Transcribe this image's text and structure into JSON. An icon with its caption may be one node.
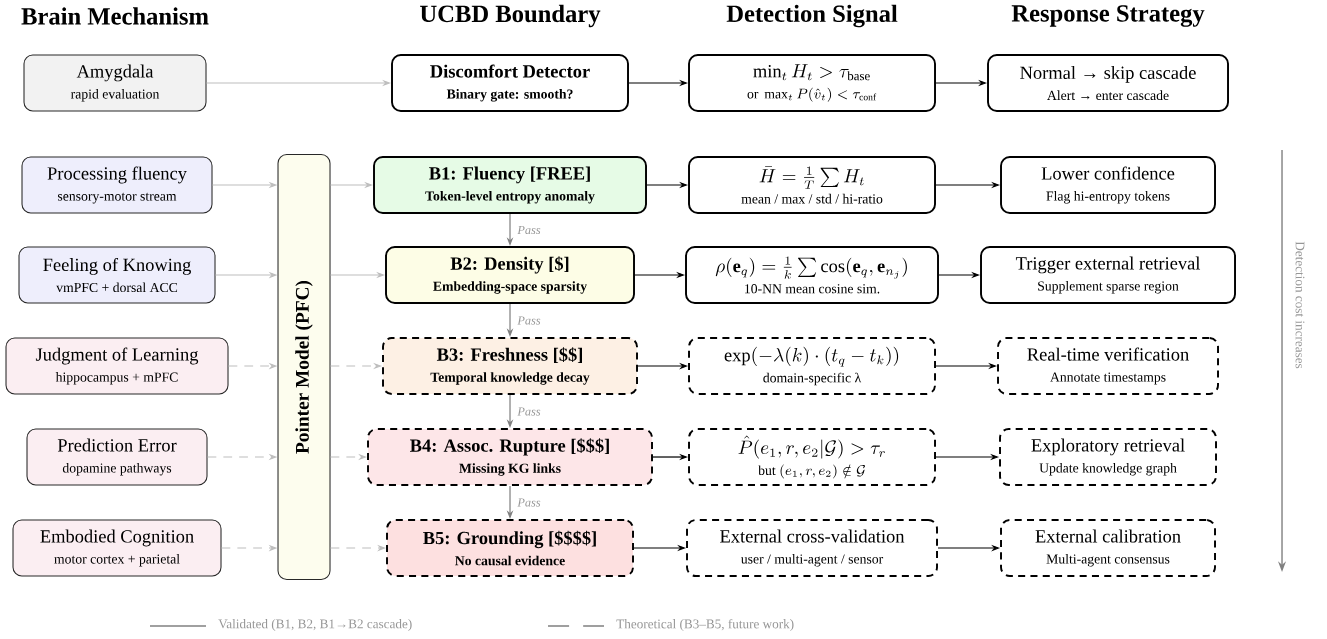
{
  "diagram": {
    "nodes": [
      {
        "text": [
          "Amygdala",
          "rapid evaluation"
        ]
      },
      {
        "text": [
          "Discomfort Detector",
          "Binary gate: smooth?"
        ]
      },
      {
        "text": [
          "\\min_t H_t > \\tau_{\\mathrm{base}}",
          "\\text{or } \\max_t P(\\hat{v}_t) < \\tau_{\\mathrm{conf}}"
        ]
      },
      {
        "text": [
          "Normal → skip cascade",
          "Alert → enter cascade"
        ]
      },
      {
        "text": [
          "Pointer Model (PFC)"
        ]
      },
      {
        "text": [
          "Processing fluency",
          "sensory-motor stream"
        ]
      },
      {
        "text": [
          "B1: Fluency [FREE]",
          "Token-level entropy anomaly"
        ]
      },
      {
        "text": [
          "\\bar{H} = \\frac{1}{T}\\sum H_t",
          "mean / max / std / hi-ratio"
        ]
      },
      {
        "text": [
          "Lower confidence",
          "Flag hi-entropy tokens"
        ]
      },
      {
        "text": [
          "Feeling of Knowing",
          "vmPFC + dorsal ACC"
        ]
      },
      {
        "text": [
          "B2: Density [$]",
          "Embedding-space sparsity"
        ]
      },
      {
        "text": [
          "\\rho(\\mathbf{e}_q) = \\frac{1}{k}\\sum \\cos(\\mathbf{e}_q, \\mathbf{e}_{n_j})",
          "10-NN mean cosine sim."
        ]
      },
      {
        "text": [
          "Trigger external retrieval",
          "Supplement sparse region"
        ]
      },
      {
        "text": [
          "Judgment of Learning",
          "hippocampus + mPFC"
        ]
      },
      {
        "text": [
          "B3: Freshness [$$]",
          "Temporal knowledge decay"
        ]
      },
      {
        "text": [
          "\\exp(-\\lambda(k) \\cdot (t_q - t_k))",
          "domain-specific λ"
        ]
      },
      {
        "text": [
          "Real-time verification",
          "Annotate timestamps"
        ]
      },
      {
        "text": [
          "Prediction Error",
          "dopamine pathways"
        ]
      },
      {
        "text": [
          "B4: Assoc. Rupture [$$$]",
          "Missing KG links"
        ]
      },
      {
        "text": [
          "\\hat{P}(e_1, r, e_2 | \\mathcal{G}) > \\tau_r",
          "\\text{but } (e_1, r, e_2) \\notin \\mathcal{G}"
        ]
      },
      {
        "text": [
          "Exploratory retrieval",
          "Update knowledge graph"
        ]
      },
      {
        "text": [
          "Embodied Cognition",
          "motor cortex + parietal"
        ]
      },
      {
        "text": [
          "B5: Grounding [$$$$]",
          "No causal evidence"
        ]
      },
      {
        "text": [
          "External cross-validation",
          "user / multi-agent / sensor"
        ]
      },
      {
        "text": [
          "External calibration",
          "Multi-agent consensus"
        ]
      }
    ],
    "edges": [
      {
        "from": 0,
        "to": 1,
        "arrow": "to",
        "color": "#bebebe"
      },
      {
        "from": 1,
        "to": 2,
        "arrow": "to",
        "color": "#000000"
      },
      {
        "from": 2,
        "to": 3,
        "arrow": "to",
        "color": "#000000"
      },
      {
        "from": 5,
        "to": 4,
        "arrow": "to",
        "color": "#bebebe"
      },
      {
        "from": 9,
        "to": 4,
        "arrow": "to",
        "color": "#bebebe"
      },
      {
        "from": 13,
        "to": 4,
        "arrow": "to",
        "style": "dashed",
        "color": "#bebebe"
      },
      {
        "from": 17,
        "to": 4,
        "arrow": "to",
        "style": "dashed",
        "color": "#bebebe"
      },
      {
        "from": 21,
        "to": 4,
        "arrow": "to",
        "style": "dashed",
        "color": "#bebebe"
      },
      {
        "from": 4,
        "to": 6,
        "arrow": "to",
        "color": "#bebebe"
      },
      {
        "from": 4,
        "to": 10,
        "arrow": "to",
        "color": "#bebebe"
      },
      {
        "from": 4,
        "to": 14,
        "arrow": "to",
        "style": "dashed",
        "color": "#bebebe"
      },
      {
        "from": 4,
        "to": 18,
        "arrow": "to",
        "style": "dashed",
        "color": "#bebebe"
      },
      {
        "from": 4,
        "to": 22,
        "arrow": "to",
        "style": "dashed",
        "color": "#bebebe"
      },
      {
        "from": 6,
        "to": 7,
        "arrow": "to",
        "color": "#000000"
      },
      {
        "from": 7,
        "to": 8,
        "arrow": "to",
        "color": "#000000"
      },
      {
        "from": 10,
        "to": 11,
        "arrow": "to",
        "color": "#000000"
      },
      {
        "from": 11,
        "to": 12,
        "arrow": "to",
        "color": "#000000"
      },
      {
        "from": 14,
        "to": 15,
        "arrow": "to",
        "color": "#000000"
      },
      {
        "from": 15,
        "to": 16,
        "arrow": "to",
        "color": "#000000"
      },
      {
        "from": 18,
        "to": 19,
        "arrow": "to",
        "color": "#000000"
      },
      {
        "from": 19,
        "to": 20,
        "arrow": "to",
        "color": "#000000"
      },
      {
        "from": 22,
        "to": 23,
        "arrow": "to",
        "color": "#000000"
      },
      {
        "from": 23,
        "to": 24,
        "arrow": "to",
        "color": "#000000"
      },
      {
        "from": 6,
        "to": 10,
        "arrow": "to",
        "label": "Pass",
        "color": "#808080"
      },
      {
        "from": 10,
        "to": 14,
        "arrow": "to",
        "label": "Pass",
        "color": "#808080"
      },
      {
        "from": 14,
        "to": 18,
        "arrow": "to",
        "label": "Pass",
        "color": "#808080"
      },
      {
        "from": 18,
        "to": 22,
        "arrow": "to",
        "label": "Pass",
        "color": "#808080"
      }
    ],
    "labels": [
      "Brain Mechanism",
      "UCBD Boundary",
      "Detection Signal",
      "Response Strategy",
      "Detection cost increases"
    ],
    "legend": [
      {
        "text": "Validated (B1, B2, B1→B2 cascade)"
      },
      {
        "text": "Theoretical (B3–B5, future work)"
      }
    ]
  }
}
